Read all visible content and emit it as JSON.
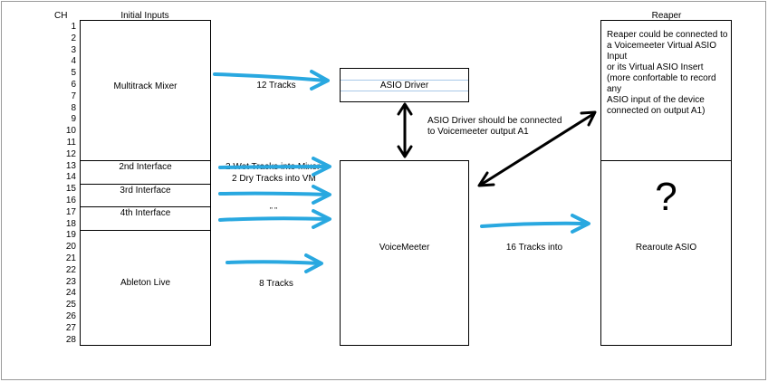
{
  "headers": {
    "ch": "CH",
    "initial_inputs": "Initial Inputs",
    "reaper": "Reaper"
  },
  "channels": [
    "1",
    "2",
    "3",
    "4",
    "5",
    "6",
    "7",
    "8",
    "9",
    "10",
    "11",
    "12",
    "13",
    "14",
    "15",
    "16",
    "17",
    "18",
    "19",
    "20",
    "21",
    "22",
    "23",
    "24",
    "25",
    "26",
    "27",
    "28"
  ],
  "inputs": {
    "multitrack_mixer": "Multitrack Mixer",
    "second_interface": "2nd Interface",
    "third_interface": "3rd Interface",
    "fourth_interface": "4th Interface",
    "ableton_live": "Ableton Live"
  },
  "arrows": {
    "twelve_tracks": "12 Tracks",
    "wet_tracks": "2 Wet Tracks into Mixer",
    "dry_tracks": "2 Dry Tracks into VM",
    "ditto": "\" \"",
    "eight_tracks": "8 Tracks",
    "sixteen_tracks": "16 Tracks into"
  },
  "nodes": {
    "asio_driver": "ASIO Driver",
    "voicemeeter": "VoiceMeeter",
    "question_mark": "?",
    "rearoute": "Rearoute ASIO"
  },
  "notes": {
    "asio_connect_line1": "ASIO Driver should be connected",
    "asio_connect_line2": "to Voicemeeter output A1",
    "reaper_lines": [
      "Reaper could be connected to",
      "a Voicemeeter Virtual ASIO Input",
      "or its Virtual ASIO Insert",
      "(more confortable to record any",
      "ASIO input of the device",
      "connected on output A1)"
    ]
  },
  "colors": {
    "arrow_blue": "#29a8e0",
    "line_black": "#000000",
    "frame_gray": "#9a9a9a"
  }
}
